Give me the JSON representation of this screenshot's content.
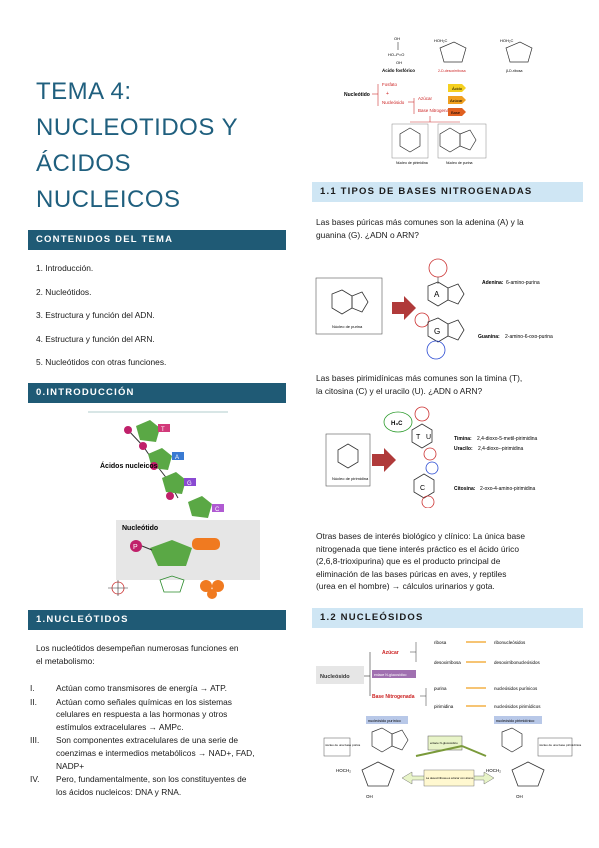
{
  "title": {
    "line1": "TEMA 4:",
    "line2": "NUCLEOTIDOS Y",
    "line3": "ÁCIDOS",
    "line4": "NUCLEICOS"
  },
  "contents": {
    "heading": "CONTENIDOS DEL TEMA",
    "items": [
      "1. Introducción.",
      "2. Nucleótidos.",
      "3. Estructura y función del ADN.",
      "4. Estructura y función del ARN.",
      "5. Nucleótidos con otras funciones."
    ]
  },
  "intro": {
    "heading": "0.INTRODUCCIÓN",
    "fig_label1": "Ácidos nucleicos",
    "fig_label2": "Nucleótido",
    "bases": [
      "T",
      "A",
      "G",
      "C"
    ],
    "p_label": "P"
  },
  "nucleotidos": {
    "heading": "1.NUCLEÓTIDOS",
    "intro_l1": "Los nucleótidos desempeñan numerosas funciones en",
    "intro_l2": "el metabolismo:",
    "items": [
      {
        "n": "I.",
        "lines": [
          "Actúan como transmisores de energía → ATP."
        ]
      },
      {
        "n": "II.",
        "lines": [
          "Actúan como señales químicas en los sistemas",
          "celulares en respuesta a las hormonas y otros",
          "estímulos extracelulares → AMPc."
        ]
      },
      {
        "n": "III.",
        "lines": [
          "Son componentes extracelulares de una serie de",
          "coenzimas e intermedios metabólicos → NAD+, FAD,",
          "NADP+"
        ]
      },
      {
        "n": "IV.",
        "lines": [
          "Pero, fundamentalmente, son los constituyentes de",
          "los ácidos nucleicos: DNA y RNA."
        ]
      }
    ]
  },
  "top_fig": {
    "top_label": "Ácido fosfórico",
    "sugar_label1": "2-D-desoxirribosa",
    "sugar_label2": "β-D-ribosa",
    "nucleotide": "Nucleótido",
    "nucleoside": "Nucleósido",
    "phosphate": "Fosfato",
    "plus": "+",
    "sugar": "Azúcar",
    "base": "Base Nitrogenada",
    "acid": "Ácido",
    "boxes": [
      "Ácido",
      "Azúcar",
      "Base"
    ],
    "pyr": "Núcleo de pirimidina",
    "pur": "Núcleo de purina"
  },
  "bases_section": {
    "heading": "1.1 TIPOS DE BASES NITROGENADAS",
    "p1_l1": "Las bases púricas más comunes son la adenina (A) y la",
    "p1_l2": "guanina (G). ¿ADN o ARN?",
    "purina_label": "Núcleo de purina",
    "adenina_name": "Adenina:",
    "adenina_desc": "6-amino-purina",
    "guanina_name": "Guanina:",
    "guanina_desc": "2-amino-6-oxo-purina",
    "A": "A",
    "G": "G",
    "p2_l1": "Las bases pirimidínicas más comunes son la timina (T),",
    "p2_l2": "la citosina (C) y el uracilo (U). ¿ADN o ARN?",
    "pirimidina_label": "Núcleo de pirimidina",
    "h3c": "H₃C",
    "timina_name": "Timina:",
    "timina_desc": "2,4-dioxo-5-metil-pirimidina",
    "uracilo_name": "Uracilo:",
    "uracilo_desc": "2,4-dioxo--pirimidina",
    "citosina_name": "Citosina:",
    "citosina_desc": "2-oxo-4-amino-pirimidina",
    "T": "T",
    "U": "U",
    "C": "C",
    "p3": [
      "Otras bases de interés biológico y clínico: La única base",
      "nitrogenada que tiene interés práctico es el ácido úrico",
      "(2,6,8-trioxipurina) que es el producto principal de",
      "eliminación de las bases púricas en aves, y reptiles",
      "(urea en el hombre) → cálculos urinarios y gota."
    ]
  },
  "nucleosidos": {
    "heading": "1.2 NUCLEÓSIDOS",
    "root": "Nucleósido",
    "sugar": "Azúcar",
    "base": "Base Nitrogenada",
    "link": "enlace N-glucosídico",
    "leaves": [
      {
        "a": "ribosa",
        "b": "ribonucleósidos"
      },
      {
        "a": "desoxirribosa",
        "b": "desoxirribonucleósidos"
      },
      {
        "a": "purina",
        "b": "nucleósidos purínicos"
      },
      {
        "a": "pirimidina",
        "b": "nucleósidos pirimídicos"
      }
    ],
    "tag1": "nucleósido purínico",
    "tag2": "nucleósido pirimidínico",
    "box1": "núcleo de una base púrica",
    "box2": "enlace N-glucosídico",
    "box3": "núcleo de una base pirimidínica",
    "box4": "La desoxirribosa es azúcar con átomo",
    "ho": "HOCH₂",
    "oh": "OH"
  },
  "colors": {
    "dark_bar": "#1f5a75",
    "light_bar": "#cfe6f4",
    "title": "#1f5f7e",
    "arrow": "#b03a3a",
    "orange": "#f0a020"
  }
}
